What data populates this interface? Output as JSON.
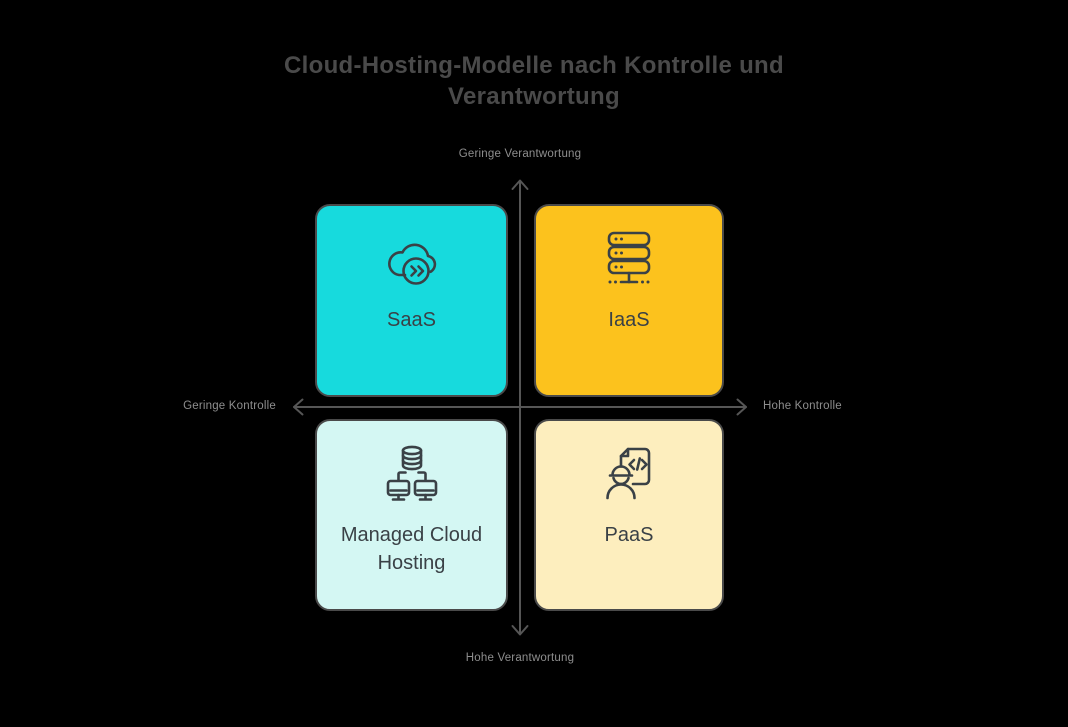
{
  "title": {
    "line1": "Cloud-Hosting-Modelle nach Kontrolle und",
    "line2": "Verantwortung"
  },
  "axes": {
    "top_label": "Geringe Verantwortung",
    "bottom_label": "Hohe Verantwortung",
    "left_label": "Geringe Kontrolle",
    "right_label": "Hohe Kontrolle"
  },
  "quadrants": {
    "saas": {
      "label": "SaaS",
      "icon": "cloud-fast-forward-icon",
      "bg": "#17dadd"
    },
    "iaas": {
      "label": "IaaS",
      "icon": "server-stack-icon",
      "bg": "#fcc21d"
    },
    "managed": {
      "label": "Managed Cloud Hosting",
      "icon": "database-monitors-icon",
      "bg": "#d4f7f3"
    },
    "paas": {
      "label": "PaaS",
      "icon": "developer-code-document-icon",
      "bg": "#fdeebe"
    }
  },
  "colors": {
    "background": "#000000",
    "title_text": "#4a4a4a",
    "axis_label_text": "#8e8e8e",
    "axis_line": "#565656",
    "card_border": "#4a4a4a",
    "card_text": "#3a4146",
    "icon_stroke": "#3a4146"
  }
}
